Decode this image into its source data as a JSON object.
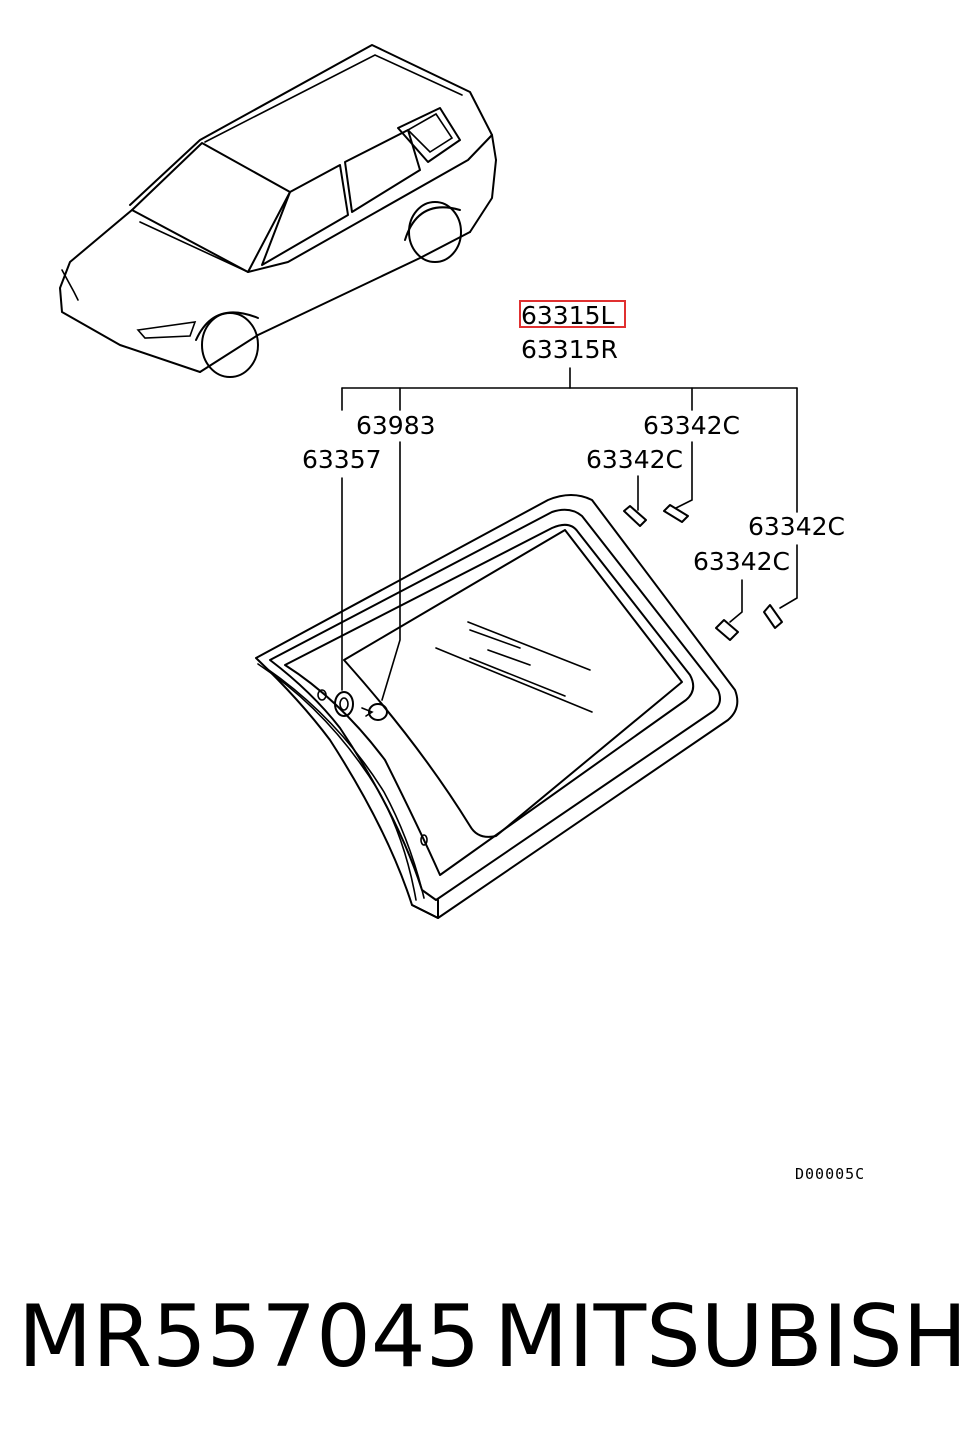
{
  "callouts": {
    "highlighted": "63315L",
    "main_r": "63315R",
    "c63983": "63983",
    "c63357": "63357",
    "c63342_a": "63342C",
    "c63342_b": "63342C",
    "c63342_c": "63342C",
    "c63342_d": "63342C"
  },
  "highlight_color": "#e03030",
  "diagram_code": "D00005C",
  "footer": {
    "part_number": "MR557045",
    "brand": "MITSUBISHI"
  }
}
